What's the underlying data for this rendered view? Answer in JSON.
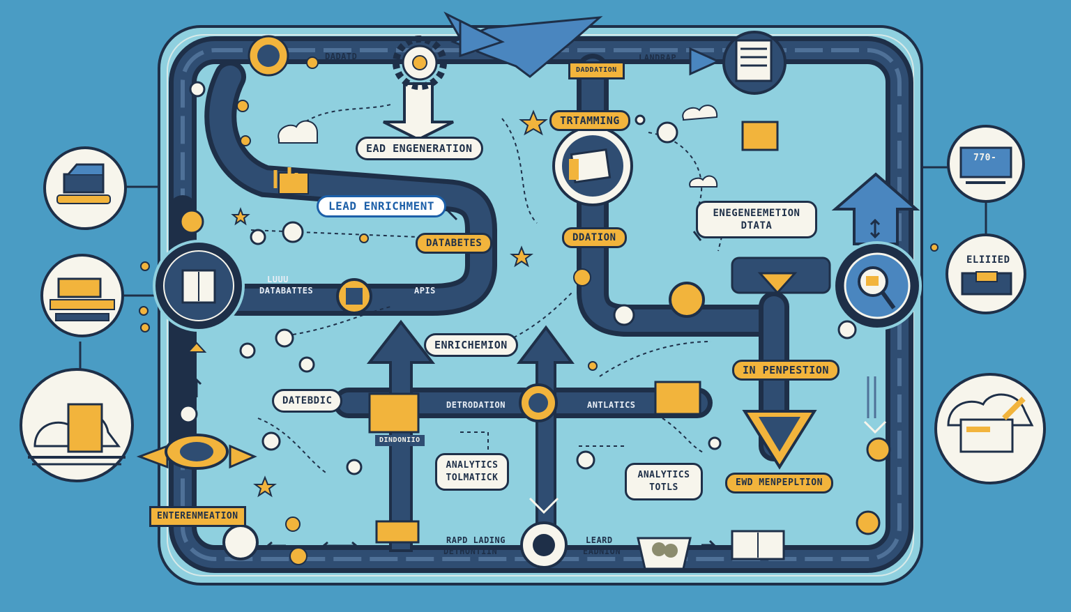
{
  "colors": {
    "background": "#4a9cc4",
    "panel": "#8fd0df",
    "pipe": "#1e2f48",
    "accent_orange": "#f2b43c",
    "accent_blue": "#1c5fa8",
    "pill_fill": "#f7f5ec"
  },
  "labels": {
    "top_data": "DADATD",
    "top_landmap": "LANDRAP",
    "lead_engeneration": "EAD ENGENERATION",
    "lead_enrichment": "LEAD ENRICHMENT",
    "trtamming": "TRTAMMING",
    "top_small": "DADDATION",
    "databetes": "DATABETES",
    "ddation": "DDATION",
    "enegeneemetion": "ENEGENEEMETION\nDTATA",
    "left_db_1": "LUUU",
    "left_db_2": "DATABATTES",
    "apis": "APIS",
    "enrichement": "ENRICHEMION",
    "datebdic": "DATEBDIC",
    "detrodation": "DETRODATION",
    "antlatics": "ANTLATICS",
    "stack_label": "DINDONIIO",
    "in_penpestion": "IN PENPESTION",
    "analytics_tolmatick": "ANALYTICS\nTOLMATICK",
    "analytics_totls": "ANALYTICS\nTOTLS",
    "end_menpeltion": "EWD MENPEPLTION",
    "enteremeation": "ENTERENMEATION",
    "rapd_lading_1": "RAPD LADING",
    "rapd_lading_2": "DETHONTIIN",
    "leard_1": "LEARD",
    "leard_2": "EADNION",
    "eliiied": "ELIIIED",
    "monitor_text": "770-"
  },
  "icons": [
    "database-icon",
    "box-icon",
    "cloud-document-icon",
    "monitor-icon",
    "shipping-box-icon",
    "edit-document-icon",
    "gear-icon",
    "airplane-icon",
    "building-icon",
    "magnifier-icon",
    "book-icon",
    "rocket-arrow-icon",
    "funnel-icon",
    "star-icon",
    "trophy-icon",
    "server-icon"
  ]
}
